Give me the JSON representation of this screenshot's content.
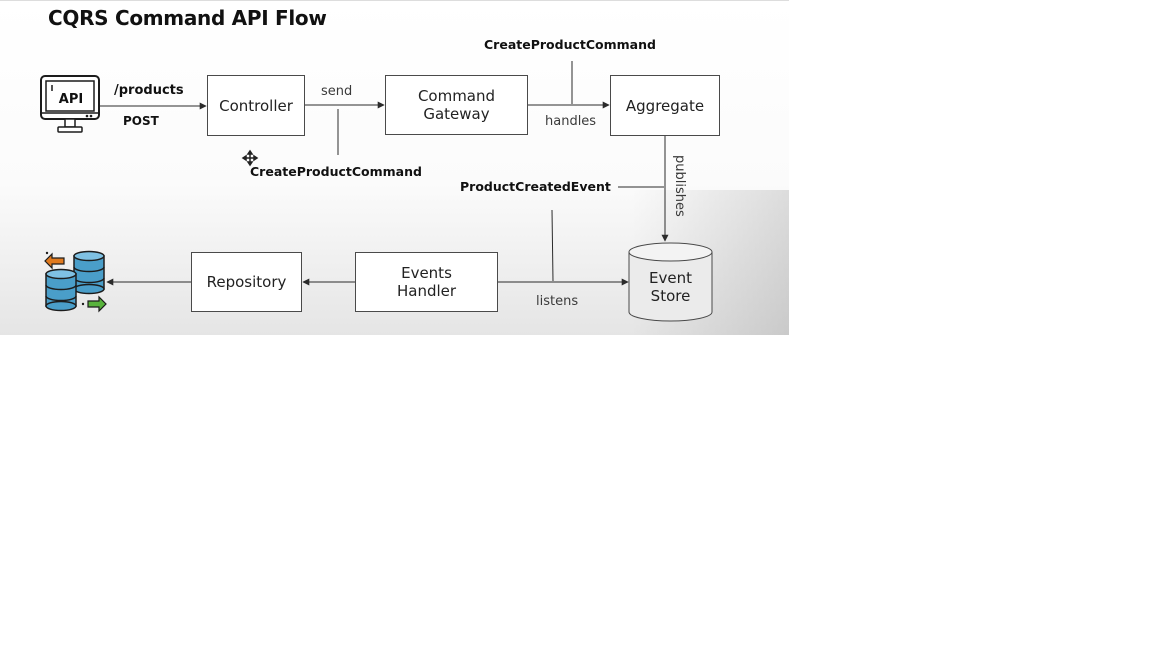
{
  "title": "CQRS Command API Flow",
  "api_icon_text": "API",
  "nodes": {
    "controller": "Controller",
    "command_gateway": [
      "Command",
      "Gateway"
    ],
    "aggregate": "Aggregate",
    "event_store": [
      "Event",
      "Store"
    ],
    "events_handler": [
      "Events",
      "Handler"
    ],
    "repository": "Repository"
  },
  "edge_labels": {
    "endpoint_path": "/products",
    "endpoint_method": "POST",
    "send": "send",
    "handles": "handles",
    "publishes": "publishes",
    "listens": "listens"
  },
  "annotations": {
    "create_product_command_top": "CreateProductCommand",
    "create_product_command_bottom": "CreateProductCommand",
    "product_created_event": "ProductCreatedEvent"
  },
  "colors": {
    "arrow_in": "#e07a1f",
    "arrow_out": "#58b33c",
    "database": "#4a9ec9",
    "cylinder_fill": "#ebebeb"
  },
  "icons": [
    "api-monitor-icon",
    "database-sync-icon",
    "move-cursor-icon"
  ]
}
